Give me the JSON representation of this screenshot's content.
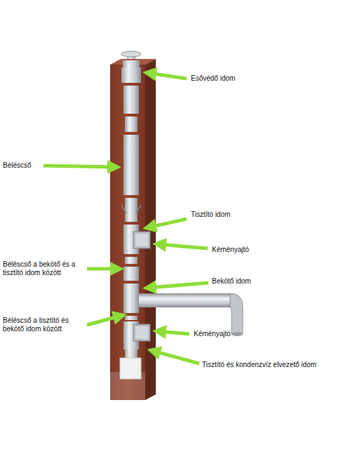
{
  "diagram": {
    "labels": [
      "Esővédő idom",
      "Béléscső",
      "Tisztító idom",
      "Kéményajtó",
      "Béléscső a bekötő és a tisztító idom között",
      "Bekötő idom",
      "Béléscső a tisztító és bekötő idom között",
      "Kéményajtó",
      "Tisztító és kondenzvíz elvezető idom"
    ]
  }
}
